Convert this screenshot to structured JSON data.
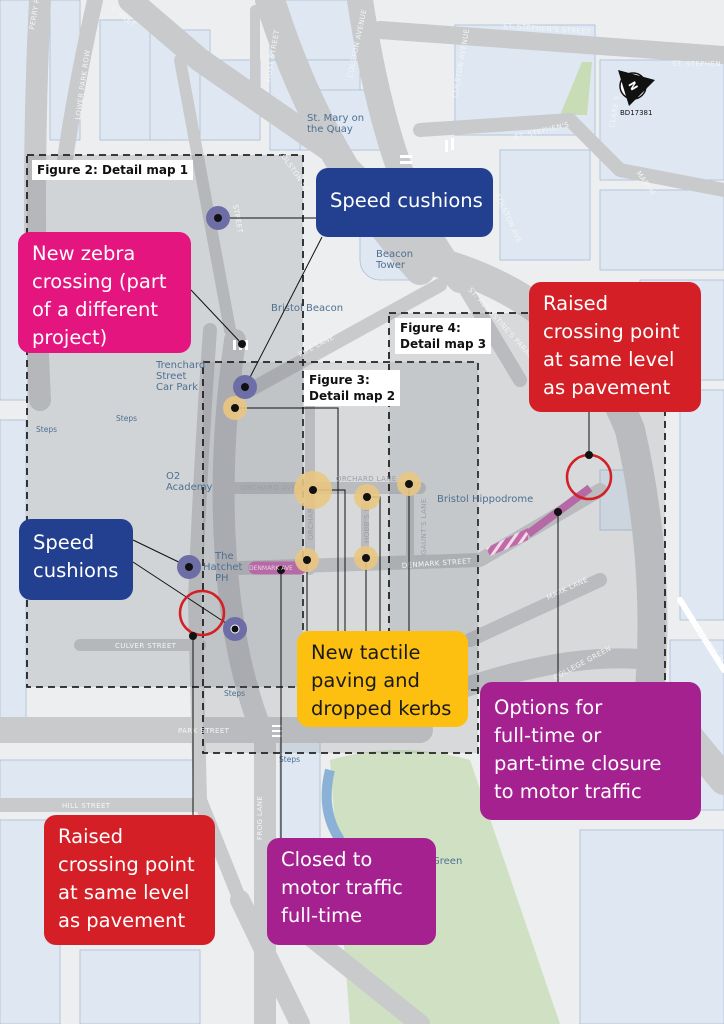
{
  "map": {
    "reference": "BD17381",
    "north_label": "N",
    "colors": {
      "speed_cushion": "#22408f",
      "zebra": "#e5157f",
      "raised": "#d41f26",
      "tactile": "#fdc010",
      "closure": "#a5218f"
    },
    "streets": {
      "perry_road": "PERRY R",
      "lower_park_row": "LOWER PARK ROW",
      "host_street": "HOST STREET",
      "colston_street_top": "STREET",
      "colston_avenue_1": "COLSTON AVENUE",
      "colston_avenue_2": "COLSTON AVENUE",
      "colston_avenue_3": "COLSTON AVE",
      "st_stephens_street": "ST. STEPHEN'S STREET",
      "st_stephens_street_right": "ST. STEPHEN",
      "st_stephens": "ST. STEPHEN'S",
      "clare_street": "CLARE S",
      "marsh": "MARSH",
      "colston_st": "COLSTON ST",
      "st_augustines": "ST. AUGUSTINE'S PARADE",
      "pipe_lane": "PIPE LANE",
      "orchard_street": "ORCHARD STREET",
      "orchard_ave": "ORCHARD AVE",
      "orchard_lane": "ORCHARD LANE",
      "hobbs_lane": "HOBB'S LANE",
      "gaunts_lane": "GAUNT'S LANE",
      "denmark_street": "DENMARK STREET",
      "denmark_ave": "DENMARK AVE",
      "culver_street": "CULVER STREET",
      "park_street": "PARK STREET",
      "hill_street": "HILL STREET",
      "frog_lane": "FROG LANE",
      "mark_lane": "MARK LANE",
      "college_green": "COLLEGE GREEN",
      "anchor_road": "ORDONS ROAD",
      "trenchard": "STREET"
    },
    "places": {
      "st_mary_1": "St. Mary on",
      "st_mary_2": "the Quay",
      "beacon_tower_1": "Beacon",
      "beacon_tower_2": "Tower",
      "bristol_beacon": "Bristol Beacon",
      "car_park_1": "Trenchard",
      "car_park_2": "Street",
      "car_park_3": "Car Park",
      "steps": "Steps",
      "o2_1": "O2",
      "o2_2": "Academy",
      "hatchet_1": "The",
      "hatchet_2": "Hatchet",
      "hatchet_3": "PH",
      "hippodrome": "Bristol Hippodrome",
      "college_green_place": "Green"
    }
  },
  "figures": {
    "fig2": "Figure 2: Detail map 1",
    "fig3_1": "Figure 3:",
    "fig3_2": "Detail map 2",
    "fig4_1": "Figure 4:",
    "fig4_2": "Detail map 3"
  },
  "callouts": {
    "speed_top": [
      "Speed cushions"
    ],
    "zebra": [
      "New zebra",
      "crossing (part",
      "of a different",
      "project)"
    ],
    "raised_top": [
      "Raised",
      "crossing point",
      "at same level",
      "as pavement"
    ],
    "speed_left": [
      "Speed",
      "cushions"
    ],
    "tactile": [
      "New tactile",
      "paving and",
      "dropped kerbs"
    ],
    "options": [
      "Options for",
      "full-time or",
      "part-time closure",
      "to motor traffic"
    ],
    "raised_bottom": [
      "Raised",
      "crossing point",
      "at same level",
      "as pavement"
    ],
    "closed": [
      "Closed to",
      "motor traffic",
      "full-time"
    ]
  }
}
